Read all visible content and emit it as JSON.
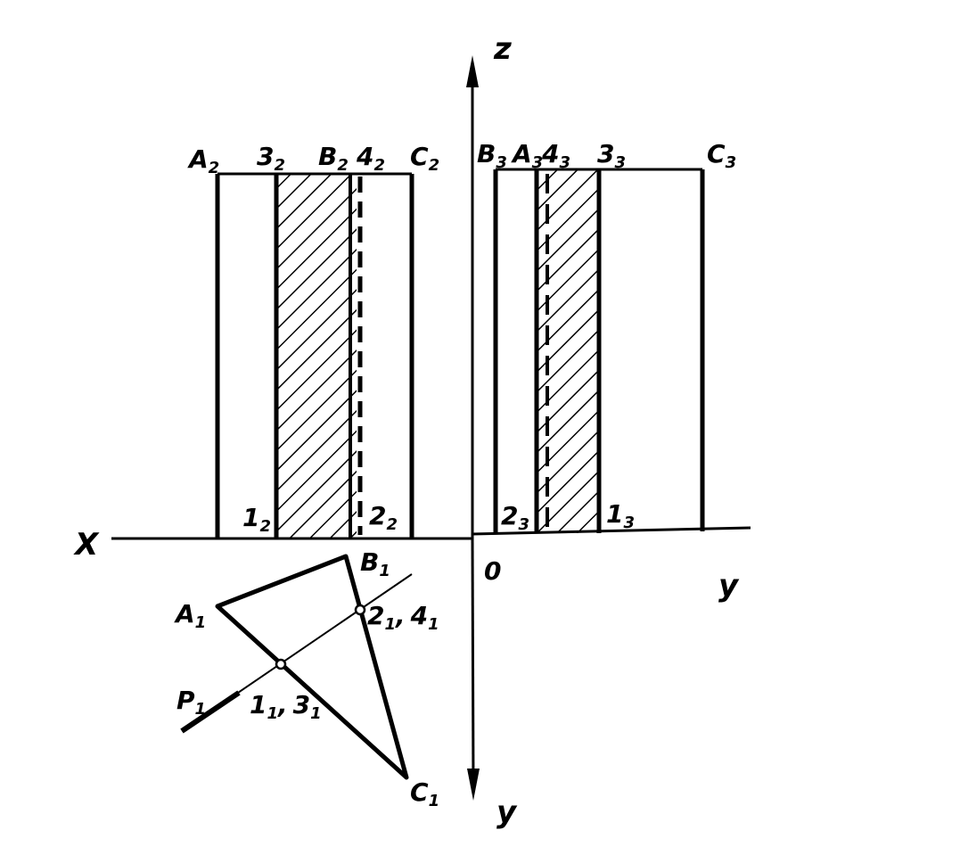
{
  "colors": {
    "ink": "#000000",
    "paper": "#ffffff"
  },
  "axes": {
    "x": "X",
    "z": "z",
    "y_right": "y",
    "y_down": "y",
    "origin": "0"
  },
  "labels": {
    "A2": {
      "letter": "A",
      "sub": "2"
    },
    "n3_2": {
      "letter": "3",
      "sub": "2"
    },
    "B2": {
      "letter": "B",
      "sub": "2"
    },
    "n4_2": {
      "letter": "4",
      "sub": "2"
    },
    "C2": {
      "letter": "C",
      "sub": "2"
    },
    "B3": {
      "letter": "B",
      "sub": "3"
    },
    "A3": {
      "letter": "A",
      "sub": "3"
    },
    "n4_3": {
      "letter": "4",
      "sub": "3"
    },
    "n3_3": {
      "letter": "3",
      "sub": "3"
    },
    "C3": {
      "letter": "C",
      "sub": "3"
    },
    "n1_2": {
      "letter": "1",
      "sub": "2"
    },
    "n2_2": {
      "letter": "2",
      "sub": "2"
    },
    "n2_3": {
      "letter": "2",
      "sub": "3"
    },
    "n1_3": {
      "letter": "1",
      "sub": "3"
    },
    "A1": {
      "letter": "A",
      "sub": "1"
    },
    "B1": {
      "letter": "B",
      "sub": "1"
    },
    "C1": {
      "letter": "C",
      "sub": "1"
    },
    "P1": {
      "letter": "P",
      "sub": "1"
    },
    "pts_2_4": {
      "a": "2",
      "a_sub": "1",
      "sep": ",",
      "b": "4",
      "b_sub": "1"
    },
    "pts_1_3": {
      "a": "1",
      "a_sub": "1",
      "sep": ",",
      "b": "3",
      "b_sub": "1"
    }
  }
}
